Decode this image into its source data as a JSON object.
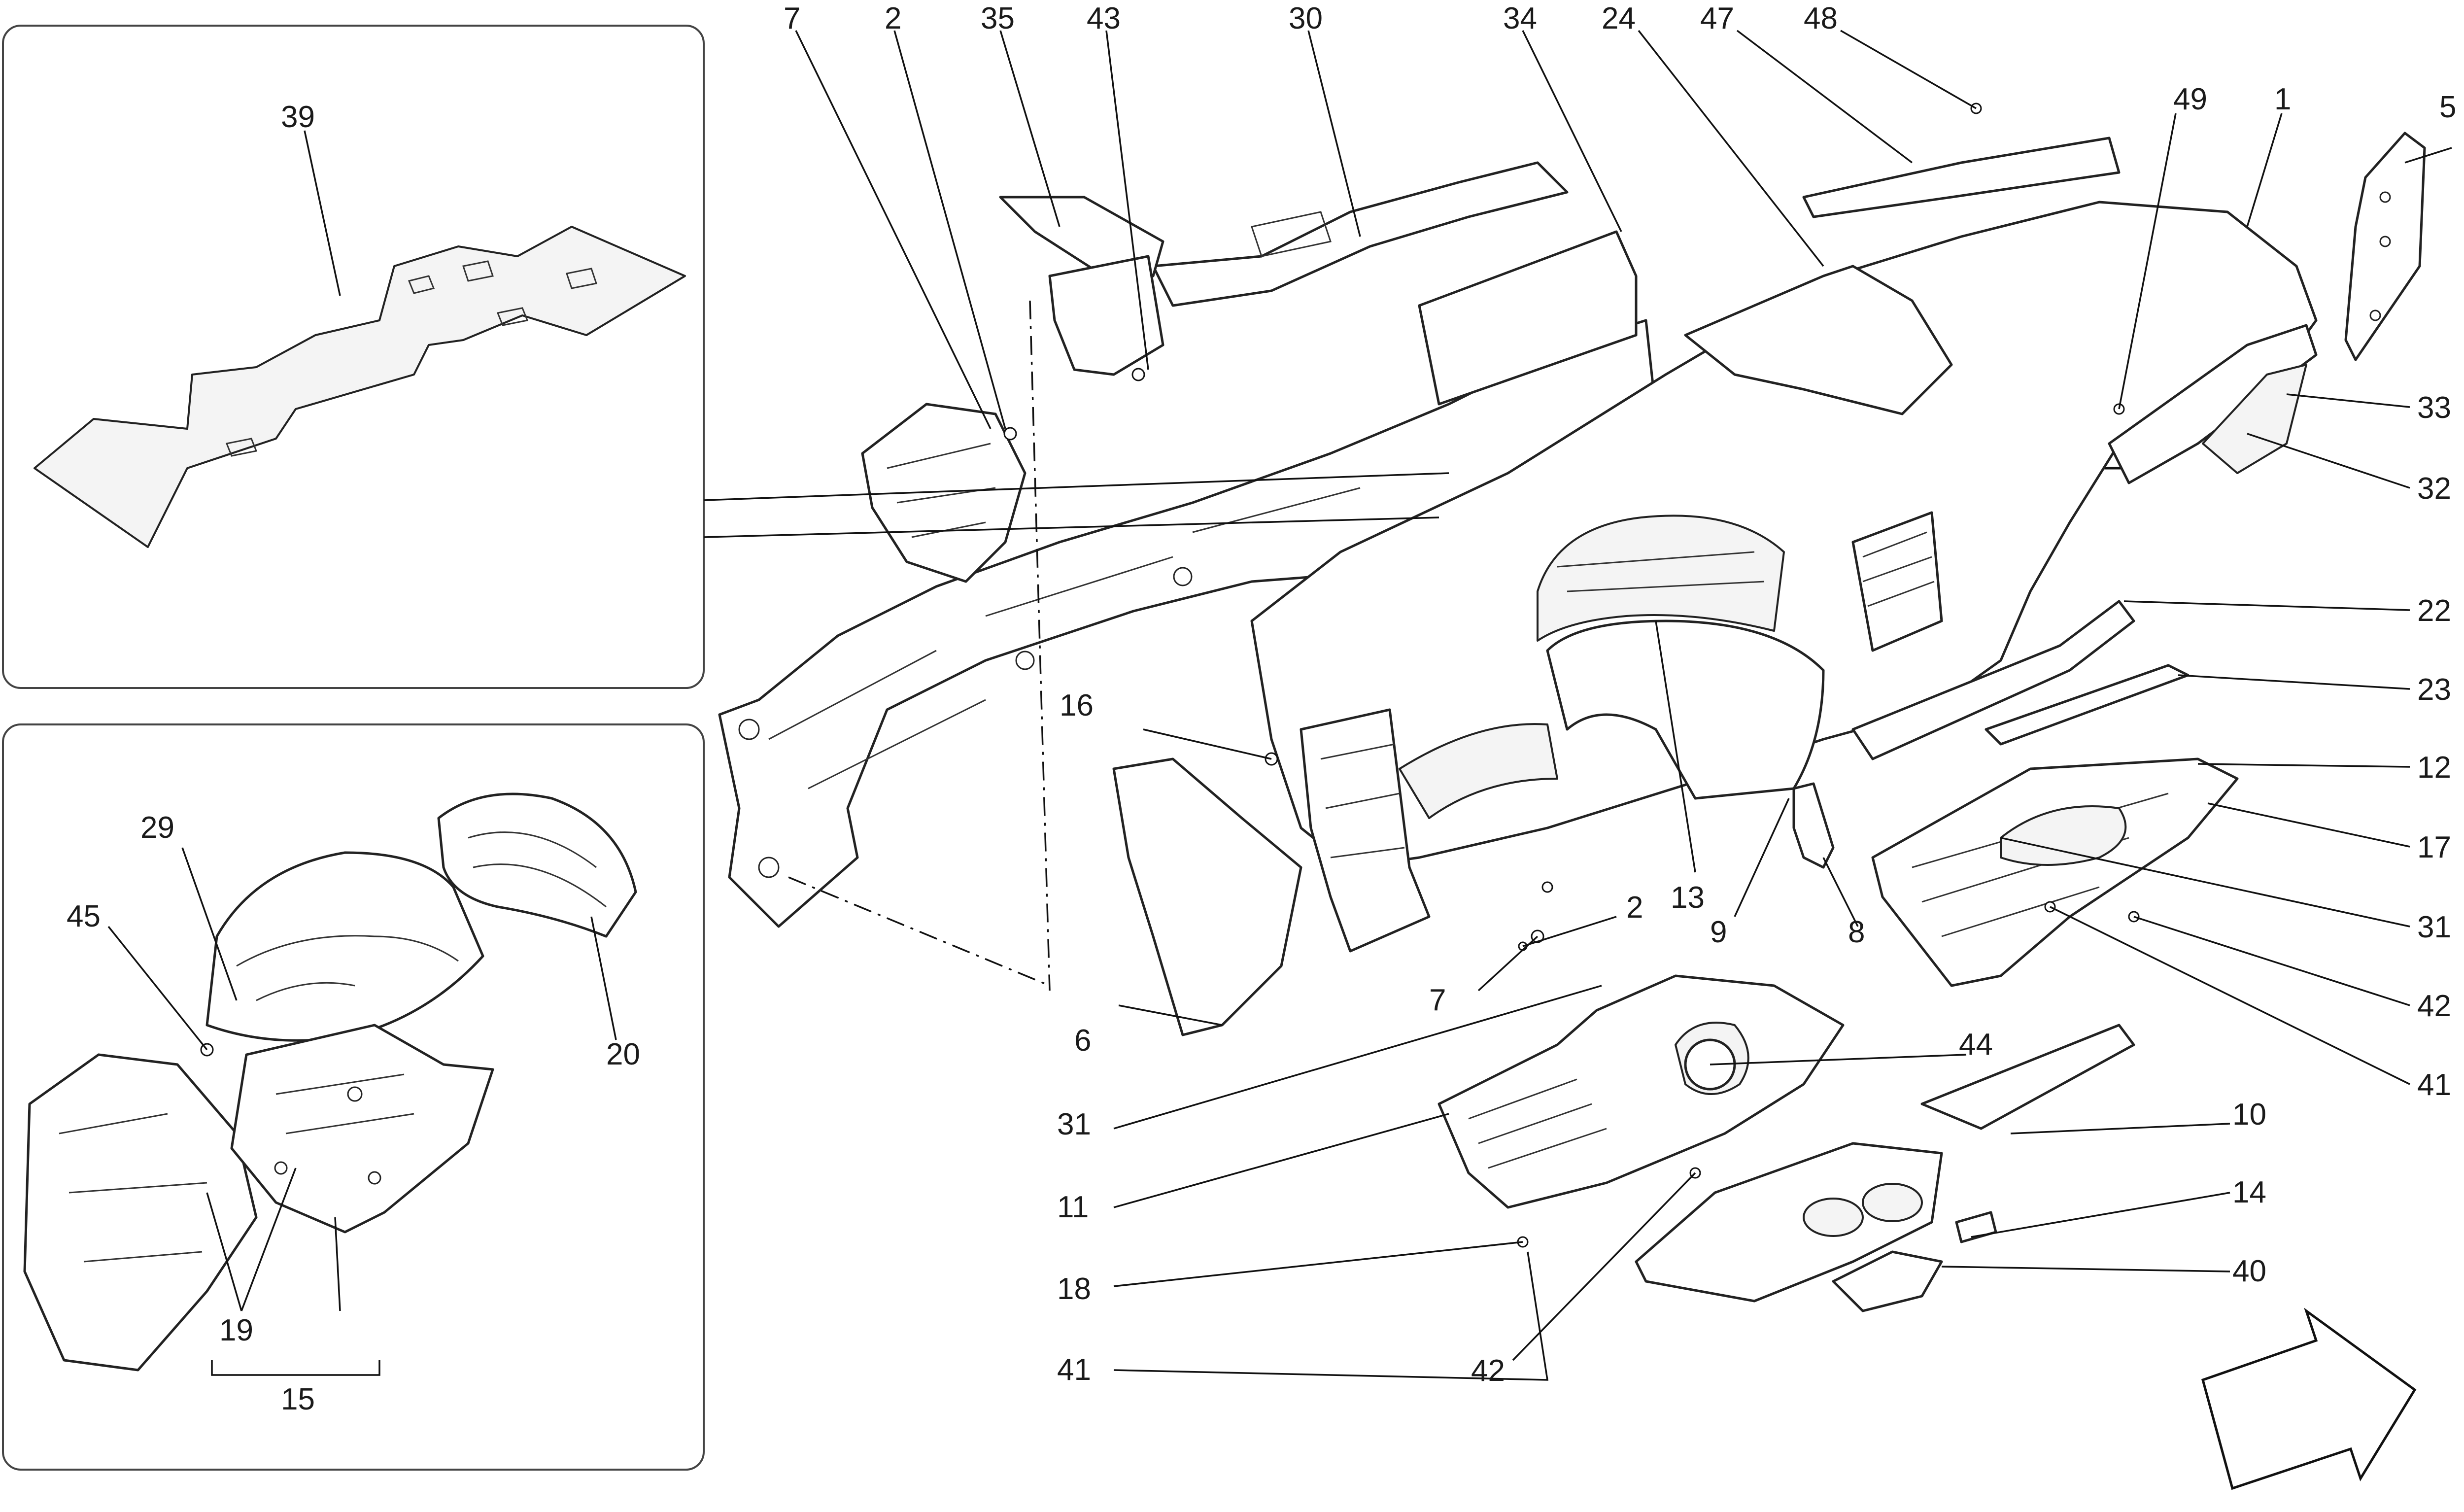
{
  "diagram": {
    "callouts": {
      "c7a": "7",
      "c2a": "2",
      "c35": "35",
      "c43": "43",
      "c30": "30",
      "c34": "34",
      "c24": "24",
      "c47": "47",
      "c48": "48",
      "c49": "49",
      "c1": "1",
      "c5": "5",
      "c39": "39",
      "c33": "33",
      "c32": "32",
      "c22": "22",
      "c23": "23",
      "c12": "12",
      "c17": "17",
      "c31r": "31",
      "c42r": "42",
      "c41r": "41",
      "c16": "16",
      "c13": "13",
      "c9": "9",
      "c8": "8",
      "c2b": "2",
      "c7b": "7",
      "c6": "6",
      "c44": "44",
      "c10": "10",
      "c14": "14",
      "c40": "40",
      "c31l": "31",
      "c11": "11",
      "c18": "18",
      "c41l": "41",
      "c42b": "42",
      "c29": "29",
      "c45": "45",
      "c20": "20",
      "c19": "19",
      "c15": "15"
    }
  }
}
